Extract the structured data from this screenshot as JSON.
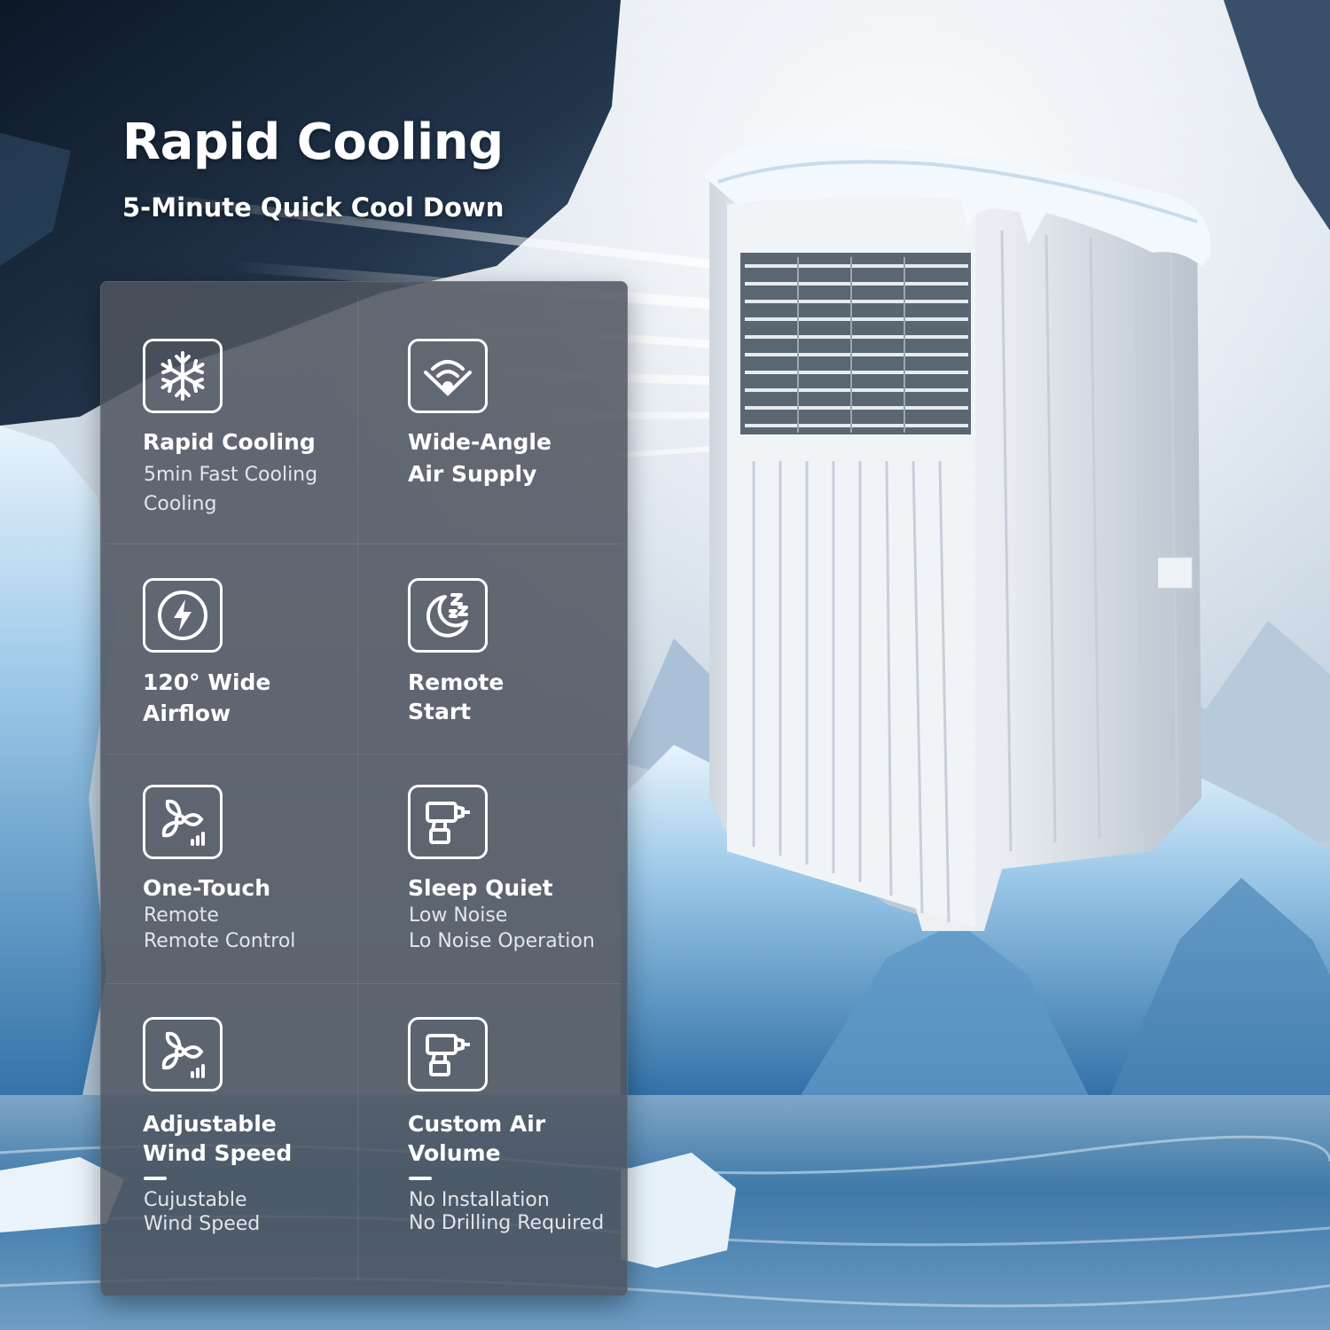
{
  "header": {
    "title": "Rapid Cooling",
    "subtitle": "5-Minute Quick Cool Down"
  },
  "features": [
    {
      "icon": "snowflake-icon",
      "title_lines": [
        "Rapid Cooling"
      ],
      "desc_lines": [
        "5min Fast Cooling",
        "Cooling"
      ]
    },
    {
      "icon": "wide-angle-airflow-icon",
      "title_lines": [
        "Wide-Angle",
        "Air Supply"
      ],
      "desc_lines": []
    },
    {
      "icon": "lightning-bolt-icon",
      "title_lines": [
        "120° Wide",
        "Airflow"
      ],
      "desc_lines": []
    },
    {
      "icon": "moon-sleep-icon",
      "title_lines": [
        "Remote",
        "Start"
      ],
      "desc_lines": []
    },
    {
      "icon": "fan-speed-icon",
      "title_lines": [
        "One-Touch"
      ],
      "desc_lines": [
        "Remote",
        "Remote Control"
      ]
    },
    {
      "icon": "drill-icon",
      "title_lines": [
        "Sleep Quiet"
      ],
      "desc_lines": [
        "Low Noise",
        "Lo Noise Operation"
      ]
    },
    {
      "icon": "fan-speed-icon",
      "title_lines": [
        "Adjustable",
        "Wind Speed"
      ],
      "desc_lines": [
        "Cujustable",
        "Wind Speed"
      ]
    },
    {
      "icon": "drill-icon",
      "title_lines": [
        "Custom Air",
        "Volume"
      ],
      "desc_lines": [
        "No Installation",
        "No Drilling Required"
      ]
    }
  ],
  "colors": {
    "panel": "#4e545e",
    "text": "#ffffff",
    "ice": "#7fb4dc",
    "water": "#2f6a9c"
  }
}
